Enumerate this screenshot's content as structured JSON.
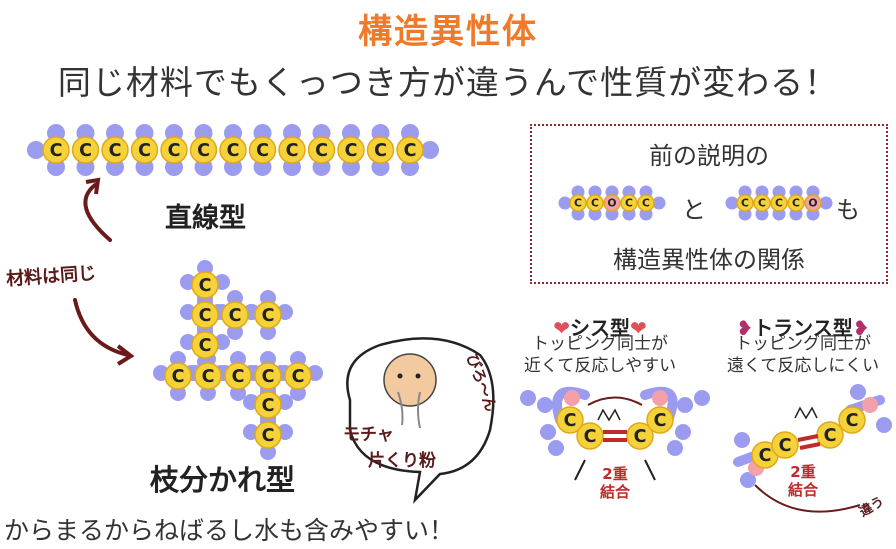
{
  "header": {
    "title": "構造異性体",
    "subtitle": "同じ材料でもくっつき方が違うんで性質が変わる！"
  },
  "linear": {
    "label": "直線型",
    "atom": "C",
    "count": 13
  },
  "branched": {
    "label": "枝分かれ型",
    "atom": "C"
  },
  "same_material_note": "材料は同じ",
  "mochi_bubble": {
    "line1": "びろ〜ん",
    "line2": "モチャ",
    "line3": "片くり粉"
  },
  "bottom_text": "からまるからねばるし水も含みやすい！",
  "info_box": {
    "line1": "前の説明の",
    "mol_a": "CCOCC",
    "connector": "と",
    "mol_b": "CCCCO",
    "connector2": "も",
    "line3": "構造異性体の関係"
  },
  "cis": {
    "title": "シス型",
    "desc1": "トッピング同士が",
    "desc2": "近くて反応しやすい",
    "bond_line1": "2重",
    "bond_line2": "結合"
  },
  "trans": {
    "title": "トランス型",
    "desc1": "トッピング同士が",
    "desc2": "遠くて反応しにくい",
    "bond_line1": "2重",
    "bond_line2": "結合",
    "note": "違う"
  },
  "colors": {
    "title": "#f07a2a",
    "carbon": "#f6d23a",
    "carbon_edge": "#e0a818",
    "hydrogen": "#9b9cf0",
    "oxygen": "#f4a0a8",
    "arrow": "#6a1a1a",
    "bond": "#c02a2a"
  }
}
